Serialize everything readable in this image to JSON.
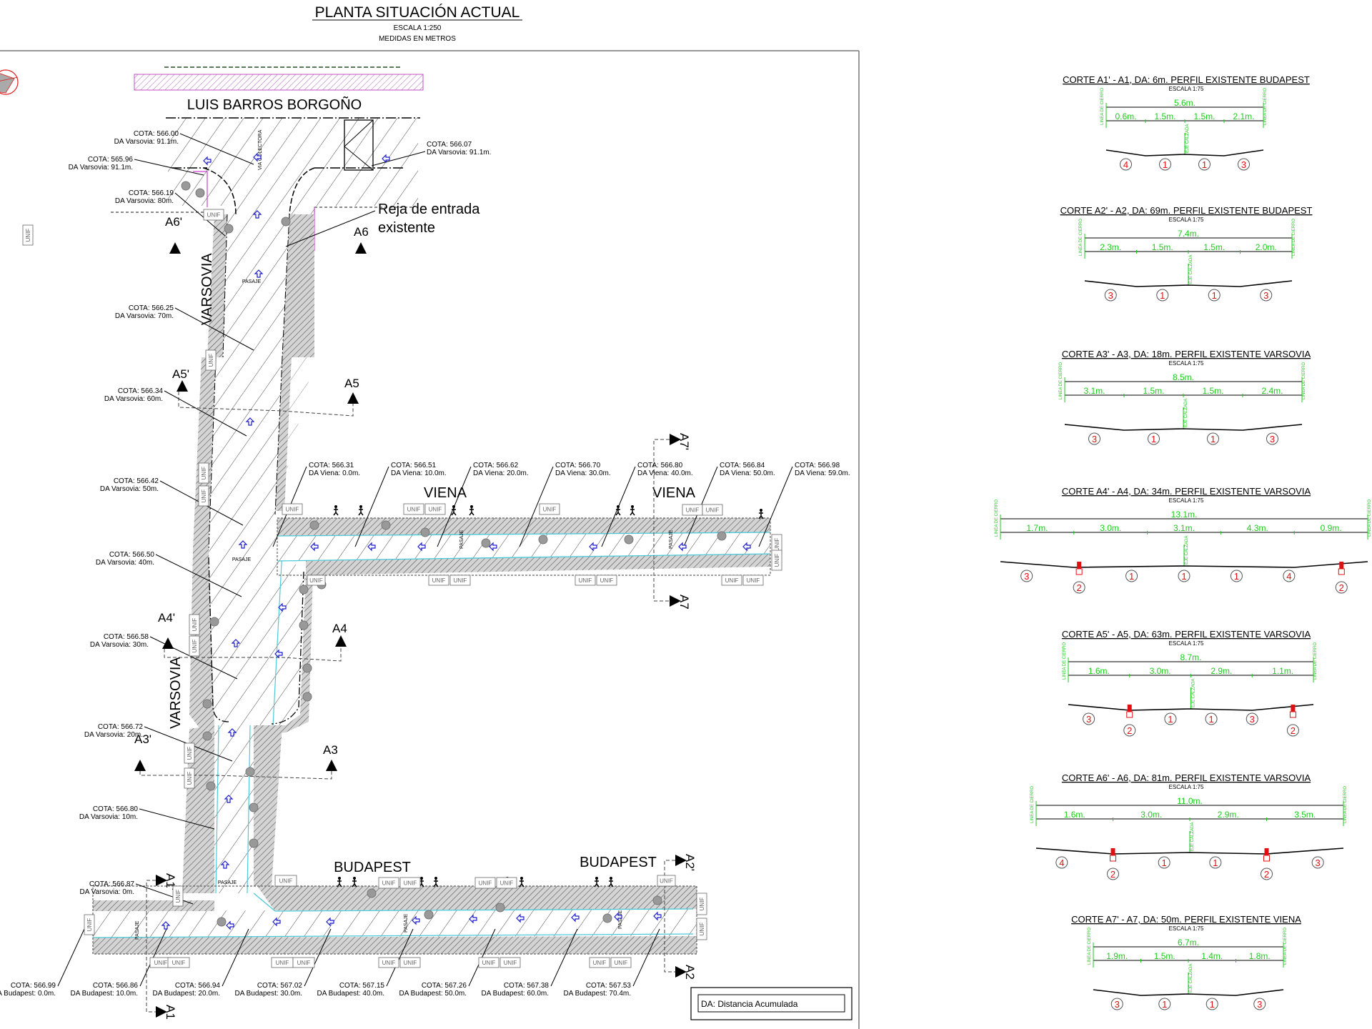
{
  "header": {
    "title": "PLANTA SITUACIÓN ACTUAL",
    "scale": "ESCALA 1:250",
    "units": "MEDIDAS EN METROS"
  },
  "streets": {
    "luis_barros": "LUIS BARROS BORGOÑO",
    "varsovia_top": "VARSOVIA",
    "varsovia_bottom": "VARSOVIA",
    "viena_1": "VIENA",
    "viena_2": "VIENA",
    "budapest_1": "BUDAPEST",
    "budapest_2": "BUDAPEST",
    "via_colectora": "VIA COLECTORA",
    "pasaje": "PASAJE",
    "unif": "UNIF"
  },
  "annotation_reja": {
    "line1": "Reja de entrada",
    "line2": "existente"
  },
  "section_markers": {
    "A1": "A1",
    "A1p": "A1'",
    "A2": "A2",
    "A2p": "A2'",
    "A3": "A3",
    "A3p": "A3'",
    "A4": "A4",
    "A4p": "A4'",
    "A5": "A5",
    "A5p": "A5'",
    "A6": "A6",
    "A6p": "A6'",
    "A7": "A7",
    "A7p": "A7'"
  },
  "cotas_top": [
    {
      "cota": "COTA: 566.00",
      "da": "DA Varsovia: 91.1m."
    },
    {
      "cota": "COTA: 565.96",
      "da": "DA Varsovia: 91.1m."
    },
    {
      "cota": "COTA: 566.19",
      "da": "DA Varsovia: 80m."
    },
    {
      "cota": "COTA: 566.07",
      "da": "DA Varsovia: 91.1m."
    }
  ],
  "cotas_varsovia": [
    {
      "cota": "COTA: 566.25",
      "da": "DA Varsovia: 70m."
    },
    {
      "cota": "COTA: 566.34",
      "da": "DA Varsovia: 60m."
    },
    {
      "cota": "COTA: 566.42",
      "da": "DA Varsovia: 50m."
    },
    {
      "cota": "COTA: 566.50",
      "da": "DA Varsovia: 40m."
    },
    {
      "cota": "COTA: 566.58",
      "da": "DA Varsovia: 30m."
    },
    {
      "cota": "COTA: 566.72",
      "da": "DA Varsovia: 20m."
    },
    {
      "cota": "COTA: 566.80",
      "da": "DA Varsovia: 10m."
    },
    {
      "cota": "COTA: 566.87",
      "da": "DA Varsovia: 0m."
    }
  ],
  "cotas_viena": [
    {
      "cota": "COTA: 566.31",
      "da": "DA Viena: 0.0m."
    },
    {
      "cota": "COTA: 566.51",
      "da": "DA Viena: 10.0m."
    },
    {
      "cota": "COTA: 566.62",
      "da": "DA Viena: 20.0m."
    },
    {
      "cota": "COTA: 566.70",
      "da": "DA Viena: 30.0m."
    },
    {
      "cota": "COTA: 566.80",
      "da": "DA Viena: 40.0m."
    },
    {
      "cota": "COTA: 566.84",
      "da": "DA Viena: 50.0m."
    },
    {
      "cota": "COTA: 566.98",
      "da": "DA Viena: 59.0m."
    }
  ],
  "cotas_budapest": [
    {
      "cota": "COTA: 566.99",
      "da": "DA Budapest: 0.0m."
    },
    {
      "cota": "COTA: 566.86",
      "da": "DA Budapest: 10.0m."
    },
    {
      "cota": "COTA: 566.94",
      "da": "DA Budapest: 20.0m."
    },
    {
      "cota": "COTA: 567.02",
      "da": "DA Budapest: 30.0m."
    },
    {
      "cota": "COTA: 567.15",
      "da": "DA Budapest: 40.0m."
    },
    {
      "cota": "COTA: 567.26",
      "da": "DA Budapest: 50.0m."
    },
    {
      "cota": "COTA: 567.38",
      "da": "DA Budapest: 60.0m."
    },
    {
      "cota": "COTA: 567.53",
      "da": "DA Budapest: 70.4m."
    }
  ],
  "legend": {
    "text": "DA: Distancia Acumulada"
  },
  "section_common": {
    "scale": "ESCALA 1:75",
    "linea_cierro_1": "LINEA DE",
    "linea_cierro_2": "CIERRO",
    "eje_1": "EJE",
    "eje_2": "CALZADA"
  },
  "sections": [
    {
      "title": "CORTE A1' - A1, DA: 6m. PERFIL EXISTENTE BUDAPEST",
      "total": "5.6m.",
      "segments": [
        "0.6m.",
        "1.5m.",
        "1.5m.",
        "2.1m."
      ],
      "materials": [
        "4",
        "1",
        "1",
        "3"
      ]
    },
    {
      "title": "CORTE A2' - A2, DA: 69m. PERFIL EXISTENTE BUDAPEST",
      "total": "7.4m.",
      "segments": [
        "2.3m.",
        "1.5m.",
        "1.5m.",
        "2.0m."
      ],
      "materials": [
        "3",
        "1",
        "1",
        "3"
      ]
    },
    {
      "title": "CORTE A3' - A3, DA: 18m. PERFIL EXISTENTE VARSOVIA",
      "total": "8.5m.",
      "segments": [
        "3.1m.",
        "1.5m.",
        "1.5m.",
        "2.4m."
      ],
      "materials": [
        "3",
        "1",
        "1",
        "3"
      ]
    },
    {
      "title": "CORTE A4' - A4, DA: 34m. PERFIL EXISTENTE VARSOVIA",
      "total": "13.1m.",
      "segments": [
        "1.7m.",
        "3.0m.",
        "3.1m.",
        "4.3m.",
        "0.9m."
      ],
      "materials": [
        "3",
        "2",
        "1",
        "1",
        "1",
        "4",
        "2"
      ]
    },
    {
      "title": "CORTE A5' - A5, DA: 63m. PERFIL EXISTENTE VARSOVIA",
      "total": "8.7m.",
      "segments": [
        "1.6m.",
        "3.0m.",
        "2.9m.",
        "1.1m."
      ],
      "materials": [
        "3",
        "2",
        "1",
        "1",
        "3",
        "2"
      ]
    },
    {
      "title": "CORTE A6' - A6, DA: 81m. PERFIL EXISTENTE VARSOVIA",
      "total": "11.0m.",
      "segments": [
        "1.6m.",
        "3.0m.",
        "2.9m.",
        "3.5m."
      ],
      "materials": [
        "4",
        "2",
        "1",
        "1",
        "2",
        "3"
      ]
    },
    {
      "title": "CORTE A7' - A7, DA: 50m. PERFIL EXISTENTE VIENA",
      "total": "6.7m.",
      "segments": [
        "1.9m.",
        "1.5m.",
        "1.4m.",
        "1.8m."
      ],
      "materials": [
        "3",
        "1",
        "1",
        "3"
      ]
    }
  ],
  "colors": {
    "dimension": "#1bcc1b",
    "material": "#e01010",
    "curb": "#e01010",
    "hatch": "#555555",
    "cyan": "#4cc9d8",
    "magenta": "#d040d0",
    "arrow": "#1a1acc"
  }
}
